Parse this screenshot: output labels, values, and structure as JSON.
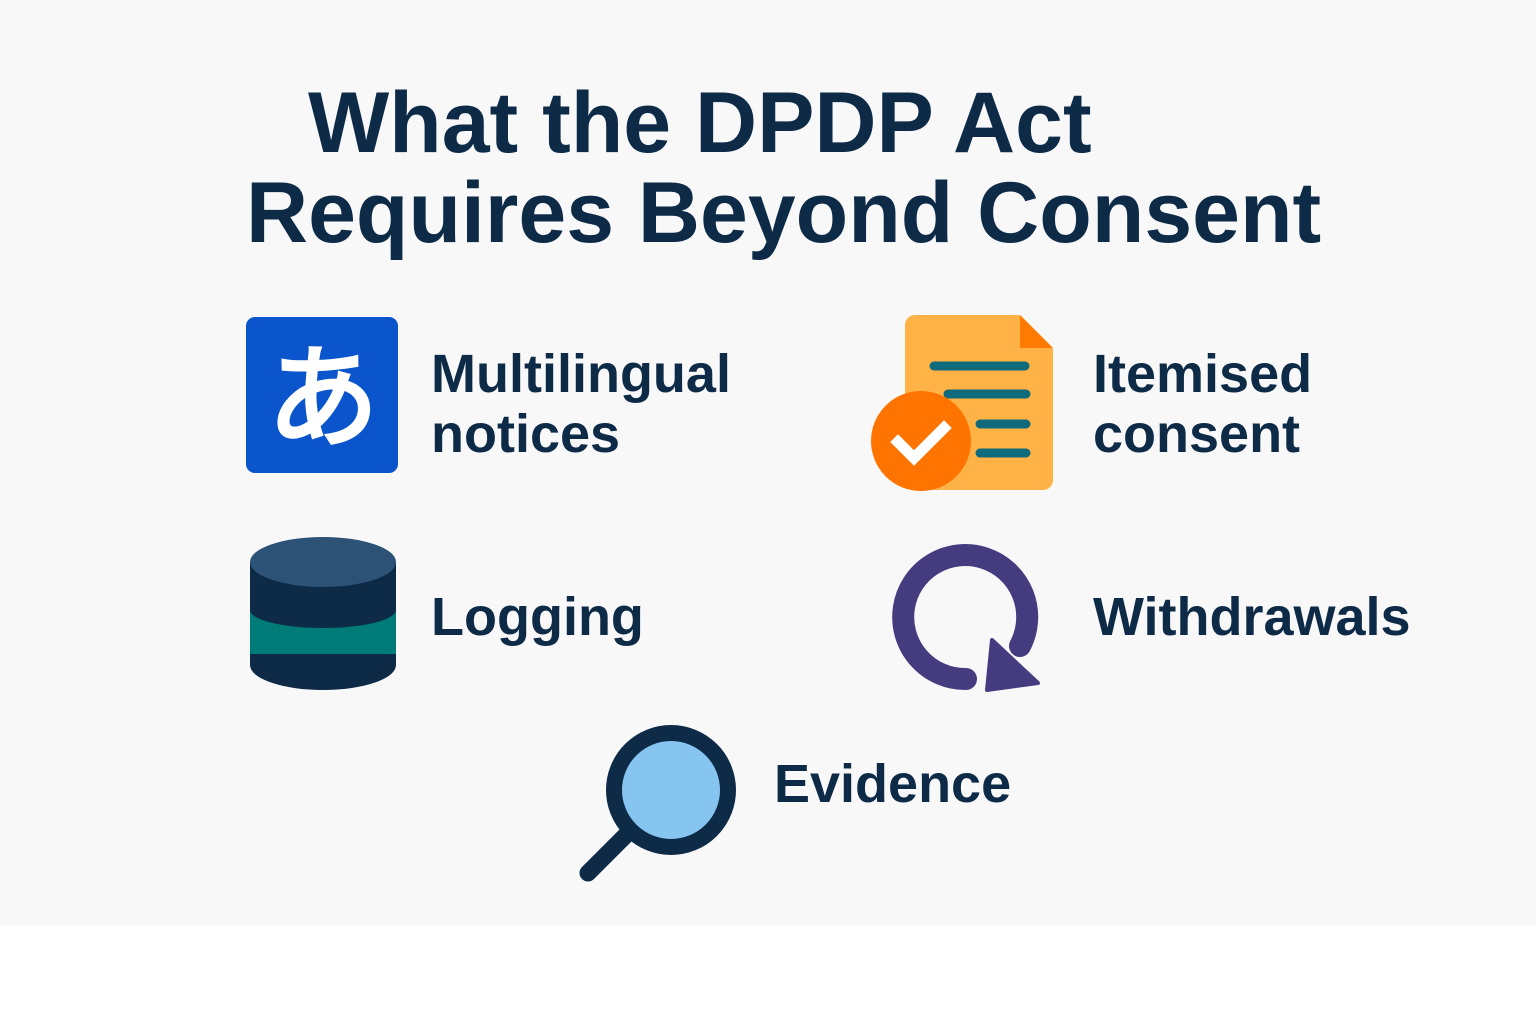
{
  "title": {
    "line1": "What the DPDP Act",
    "line2": "Requires Beyond Consent"
  },
  "items": [
    {
      "line1": "Multilingual",
      "line2": "notices",
      "icon": "language-icon",
      "glyph": "あ"
    },
    {
      "line1": "Itemised",
      "line2": "consent",
      "icon": "document-check-icon"
    },
    {
      "line1": "Logging",
      "icon": "database-icon"
    },
    {
      "line1": "Withdrawals",
      "icon": "refresh-arrow-icon"
    },
    {
      "line1": "Evidence",
      "icon": "magnifier-icon"
    }
  ],
  "colors": {
    "text": "#0d2a47",
    "blue": "#0b55cc",
    "orange": "#ff7300",
    "doc": "#ffb347",
    "teal": "#007b78",
    "purple": "#453c80",
    "lens": "#86c5f0"
  }
}
